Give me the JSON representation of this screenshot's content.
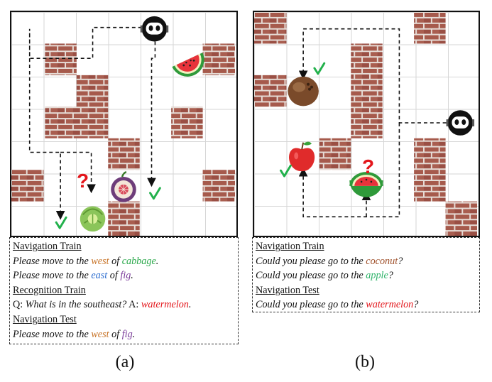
{
  "panel_a": {
    "caption": "(a)",
    "nav_train_header": "Navigation Train",
    "nav_train_1": {
      "pre": "Please move to the ",
      "dir": "west",
      "mid": " of ",
      "obj": "cabbage",
      "end": "."
    },
    "nav_train_2": {
      "pre": "Please move to the ",
      "dir": "east",
      "mid": " of ",
      "obj": "fig",
      "end": "."
    },
    "recog_header": "Recognition Train",
    "recog_q_prefix": "Q: ",
    "recog_q": "What is in the southeast?",
    "recog_a_prefix": " A: ",
    "recog_a": "watermelon",
    "recog_end": ".",
    "nav_test_header": "Navigation Test",
    "nav_test_1": {
      "pre": "Please move to the ",
      "dir": "west",
      "mid": " of ",
      "obj": "fig",
      "end": "."
    },
    "question_mark": "?"
  },
  "panel_b": {
    "caption": "(b)",
    "nav_train_header": "Navigation Train",
    "nav_train_1": {
      "pre": "Could you please go to the ",
      "obj": "coconut",
      "end": "?"
    },
    "nav_train_2": {
      "pre": "Could you please go to the ",
      "obj": "apple",
      "end": "?"
    },
    "nav_test_header": "Navigation Test",
    "nav_test_1": {
      "pre": "Could you please go to the ",
      "obj": "watermelon",
      "end": "?"
    },
    "question_mark": "?"
  },
  "colors": {
    "direction": "#c8752a",
    "east": "#2f6fd0",
    "cabbage": "#2aa84a",
    "fig": "#7a3a9a",
    "watermelon": "#e3161b",
    "coconut": "#a0522d",
    "apple": "#2fb36a",
    "check": "#22b14c",
    "question": "#e3161b",
    "brick": "#a0564a",
    "mortar": "#e8e0dc"
  }
}
